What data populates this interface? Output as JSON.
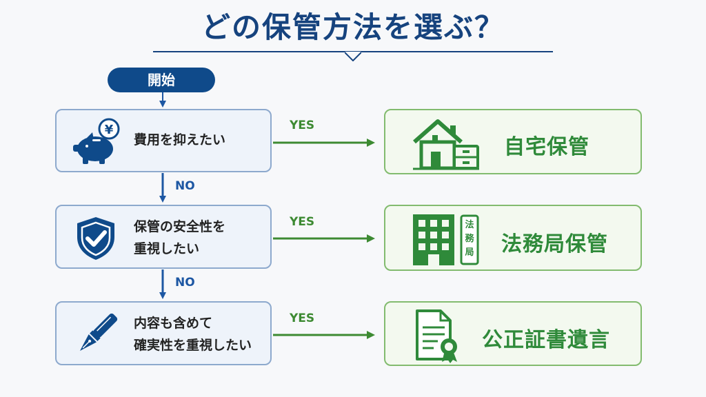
{
  "title": "どの保管方法を選ぶ？",
  "start": "開始",
  "questions": [
    {
      "lines": [
        "費用を抑えたい"
      ],
      "icon": "piggy-bank-yen-icon"
    },
    {
      "lines": [
        "保管の安全性を",
        "重視したい"
      ],
      "icon": "shield-check-icon"
    },
    {
      "lines": [
        "内容も含めて",
        "確実性を重視したい"
      ],
      "icon": "fountain-pen-icon"
    }
  ],
  "answers": [
    {
      "label": "自宅保管",
      "icon": "house-icon"
    },
    {
      "label": "法務局保管",
      "icon": "building-icon",
      "sign": "法務局"
    },
    {
      "label": "公正証書遺言",
      "icon": "certificate-icon"
    }
  ],
  "yes_label": "YES",
  "no_label": "NO",
  "colors": {
    "title": "#16437e",
    "primary_blue": "#0f4a8a",
    "question_border": "#8da9cd",
    "answer_border": "#82bb6e",
    "answer_text": "#2f8a3a",
    "yes_green": "#3d8a32",
    "no_blue": "#1d57a3"
  }
}
